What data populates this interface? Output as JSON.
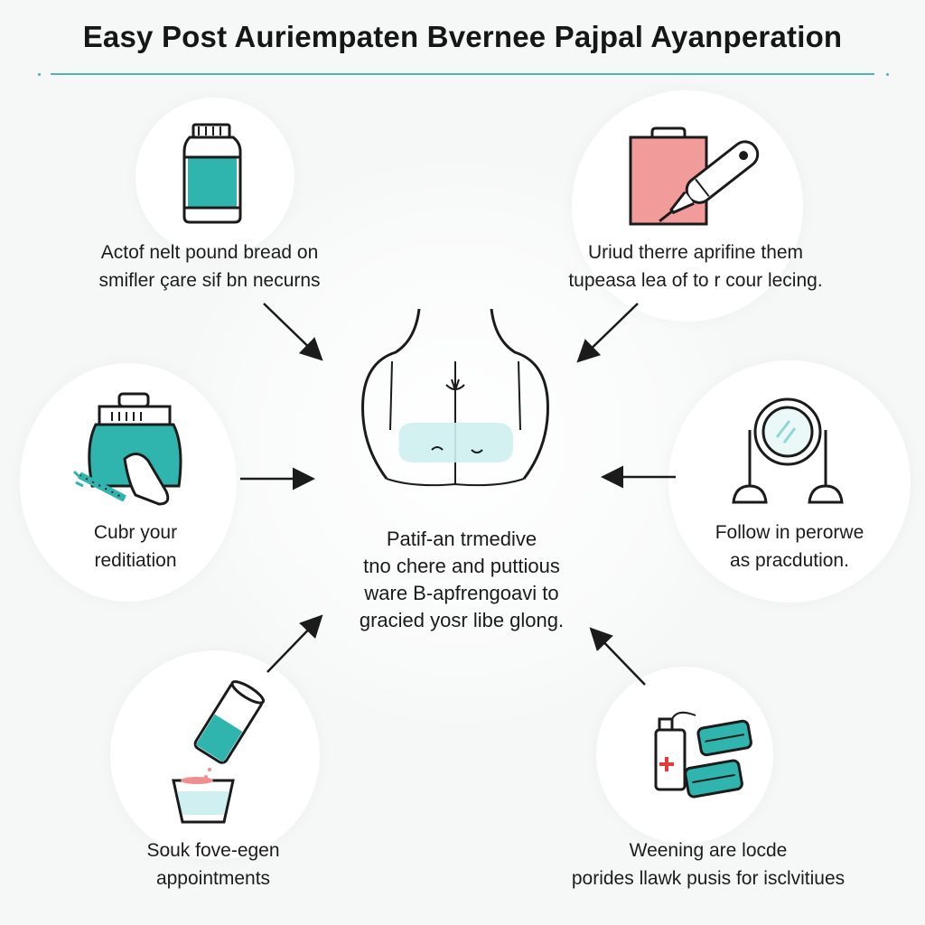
{
  "title": "Easy Post Auriempaten Bvernee Pajpal Ayanperation",
  "center": {
    "lines": [
      "Patif-an trmedive",
      "tno chere and puttious",
      "ware B-apfrengoavi to",
      "gracied yosr libe glong."
    ]
  },
  "steps": [
    {
      "id": "top-left",
      "icon": "bottle-icon",
      "lines": [
        "Actof nelt pound bread on",
        "smifler çare sif bn necurns"
      ]
    },
    {
      "id": "top-right",
      "icon": "pen-clipboard-icon",
      "lines": [
        "Uriud therre aprifine them",
        "tupeasa lea of to r cour lecing."
      ]
    },
    {
      "id": "middle-left",
      "icon": "container-cleaning-icon",
      "lines": [
        "Cubr your",
        "reditiation"
      ]
    },
    {
      "id": "middle-right",
      "icon": "mirror-icon",
      "lines": [
        "Follow in perorwe",
        "as pracdution."
      ]
    },
    {
      "id": "bottom-left",
      "icon": "pouring-cup-icon",
      "lines": [
        "Souk fove-egen",
        "appointments"
      ]
    },
    {
      "id": "bottom-right",
      "icon": "first-aid-kit-icon",
      "lines": [
        "Weening are locde",
        "porides llawk pusis for isclvitiues"
      ]
    }
  ],
  "colors": {
    "accent": "#2fb5ad",
    "rule": "#4fb3b8",
    "pink": "#f08f8f",
    "ink": "#1b1b1b"
  }
}
